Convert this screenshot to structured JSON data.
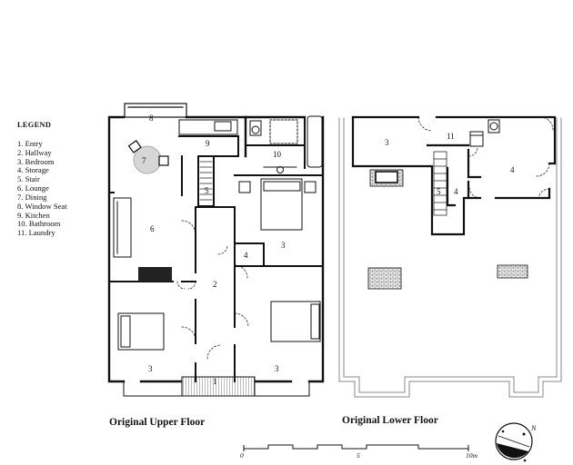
{
  "legend": {
    "title": "LEGEND",
    "items": [
      "1. Entry",
      "2. Hallway",
      "3. Bedroom",
      "4. Storage",
      "5. Stair",
      "6. Lounge",
      "7. Dining",
      "8. Window Seat",
      "9. Kitchen",
      "10. Bathroom",
      "11. Laundry"
    ]
  },
  "upper_floor": {
    "title": "Original Upper Floor",
    "labels": {
      "entry": "1",
      "hallway": "2",
      "bedroom_left": "3",
      "bedroom_mid": "3",
      "bedroom_right": "3",
      "storage": "4",
      "stair": "5",
      "lounge": "6",
      "dining": "7",
      "window_seat": "8",
      "kitchen": "9",
      "bathroom": "10"
    }
  },
  "lower_floor": {
    "title": "Original Lower Floor",
    "labels": {
      "bedroom": "3",
      "laundry": "11",
      "storage_a": "4",
      "storage_b": "4",
      "stair": "5"
    }
  },
  "scale_bar": {
    "labels": [
      "0",
      "5",
      "10m"
    ]
  },
  "north_arrow": {
    "label": "N"
  }
}
